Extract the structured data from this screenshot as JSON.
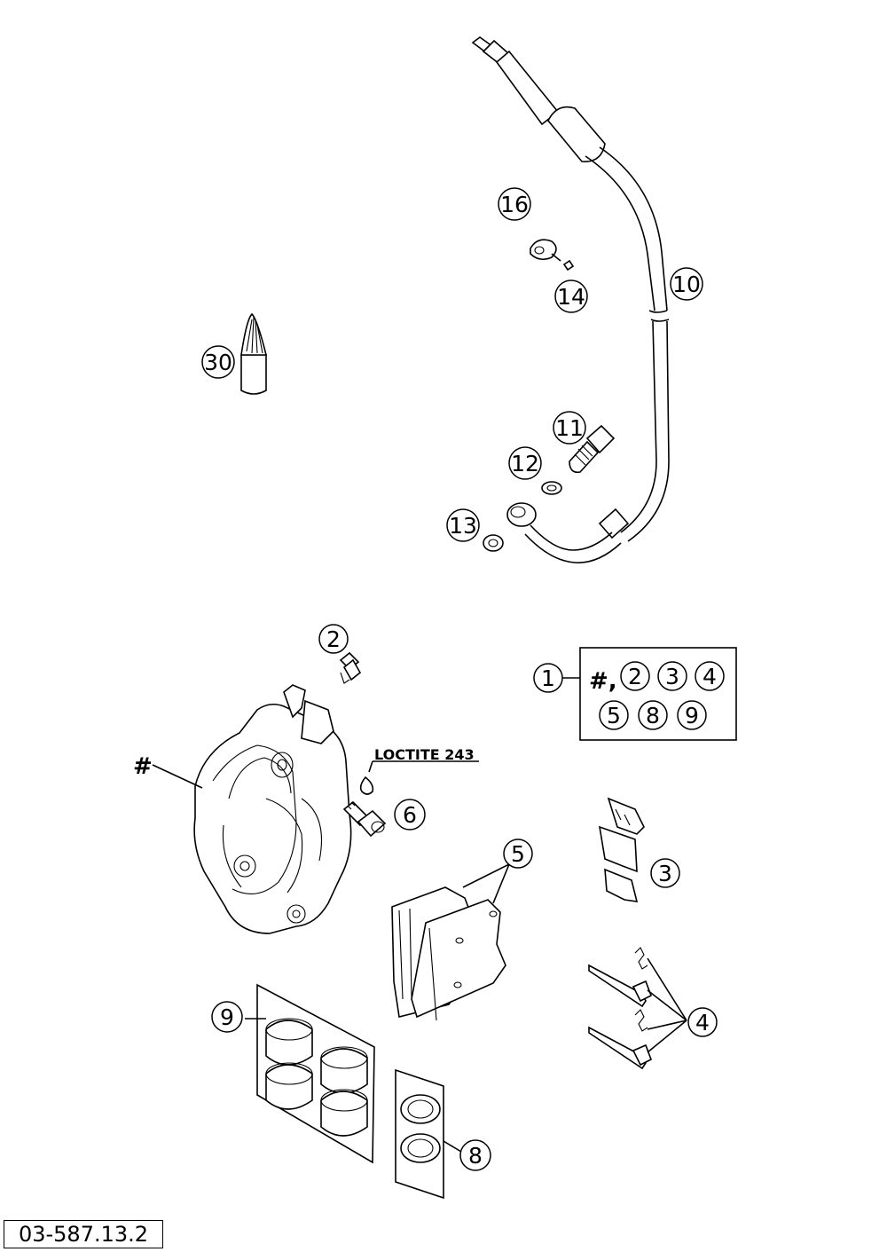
{
  "callouts": {
    "c1": "1",
    "c2": "2",
    "c3": "3",
    "c4": "4",
    "c5": "5",
    "c6": "6",
    "c8": "8",
    "c9": "9",
    "c10": "10",
    "c11": "11",
    "c12": "12",
    "c13": "13",
    "c14": "14",
    "c16": "16",
    "c30": "30"
  },
  "kit_box": {
    "hash": "#,",
    "items_row1": [
      "2",
      "3",
      "4"
    ],
    "items_row2": [
      "5",
      "8",
      "9"
    ]
  },
  "caliper_marker": "#",
  "loctite_label": "LOCTITE 243",
  "document_code": "03-587.13.2"
}
